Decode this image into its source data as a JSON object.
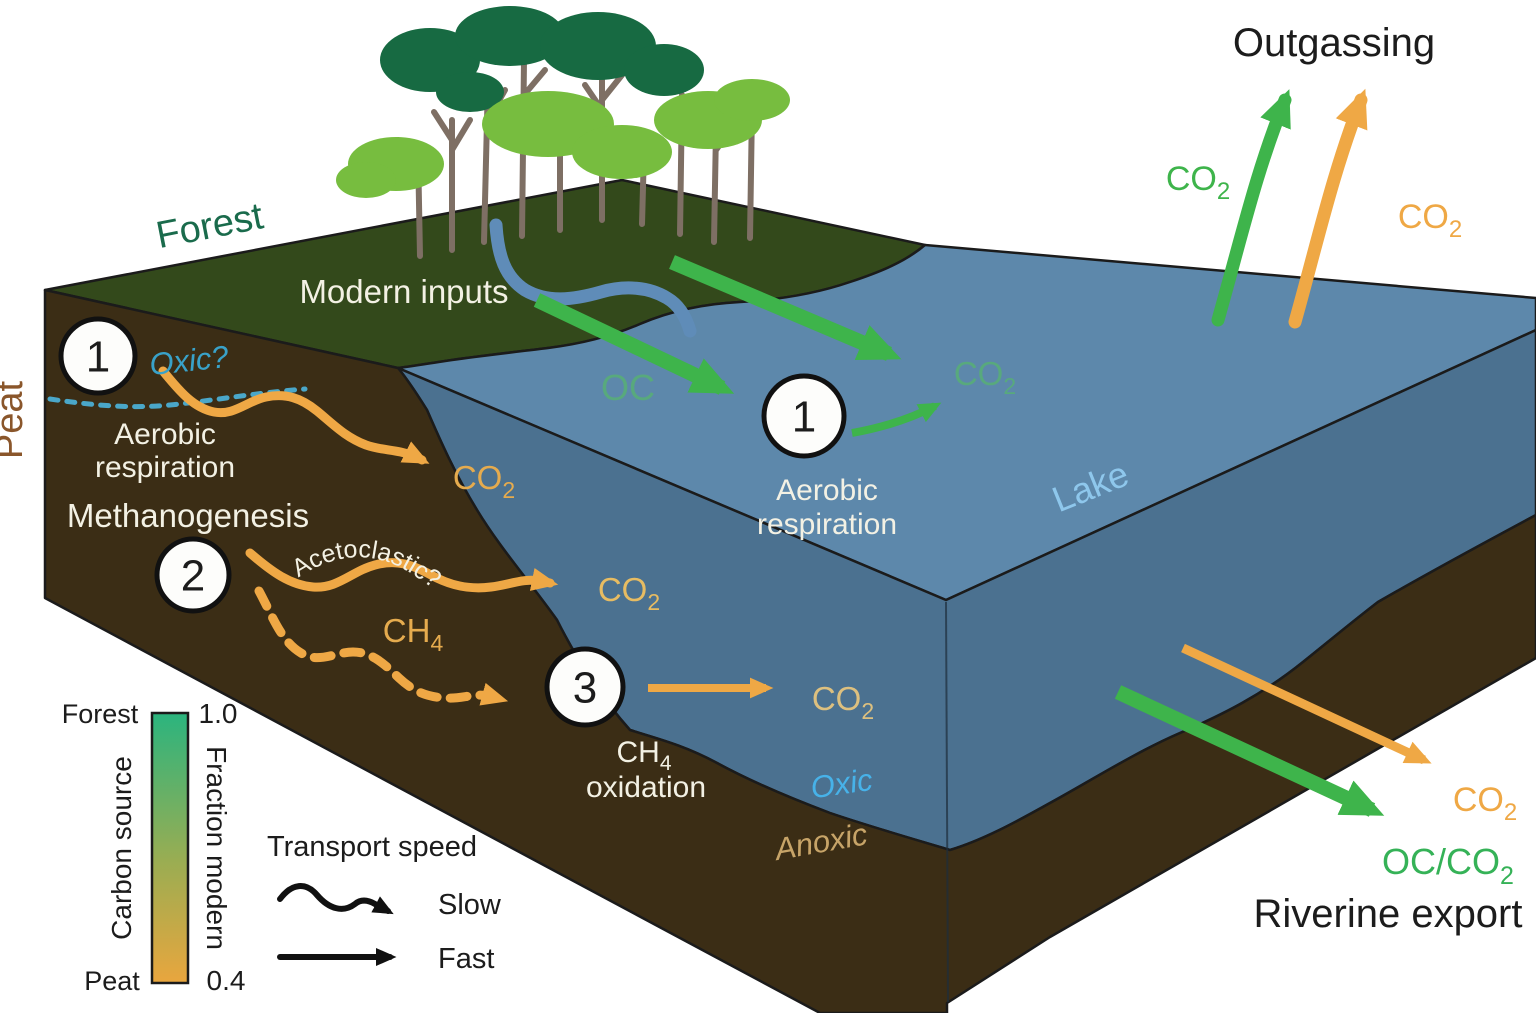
{
  "labels": {
    "forest": "Forest",
    "peat": "Peat",
    "lake": "Lake",
    "modern_inputs": "Modern inputs",
    "outgassing": "Outgassing",
    "riverine_export": "Riverine export",
    "oxic_question": "Oxic?",
    "oxic": "Oxic",
    "anoxic": "Anoxic",
    "aerobic_line1": "Aerobic",
    "aerobic_line2": "respiration",
    "methanogenesis": "Methanogenesis",
    "acetoclastic": "Acetoclastic?",
    "oxidation": "oxidation"
  },
  "molecules": {
    "co2": {
      "main": "CO",
      "sub": "2"
    },
    "ch4": {
      "main": "CH",
      "sub": "4"
    },
    "oc": "OC",
    "oc_co2": {
      "main": "OC/CO",
      "sub": "2"
    }
  },
  "processes": {
    "peat_aerobic": {
      "num": "1",
      "name": "Aerobic respiration"
    },
    "lake_aerobic": {
      "num": "1",
      "name": "Aerobic respiration"
    },
    "methanogenesis": {
      "num": "2",
      "name": "Methanogenesis"
    },
    "ch4_oxidation": {
      "num": "3",
      "name": "CH4 oxidation"
    }
  },
  "legend": {
    "carbon": {
      "top_label": "Forest",
      "bottom_label": "Peat",
      "axis_left": "Carbon source",
      "axis_right": "Fraction modern",
      "max": "1.0",
      "min": "0.4"
    },
    "transport": {
      "title": "Transport speed",
      "slow": "Slow",
      "fast": "Fast"
    }
  },
  "colors": {
    "forest_surface": "#33491b",
    "forest_canopy_dark": "#176a42",
    "forest_canopy_light": "#77bd3f",
    "trunk": "#7e6f64",
    "peat": "#3b2d15",
    "lake_surface": "#5d88ab",
    "lake_face": "#4b7190",
    "stream": "#5f8cb8",
    "arrow_green": "#3eb44b",
    "green_faded": "#55c05f",
    "arrow_orange": "#efa845",
    "co2_pale": "#ddc07f",
    "co2_deep": "#e5ab4e",
    "co2_mid": "#e7bc62",
    "oc_co2_green": "#35b257",
    "oxic_blue": "#39a2c9",
    "oxic_light": "#47b2e9",
    "anoxic_tan": "#c7a468",
    "lake_text": "#8ec7ec",
    "peat_text": "#8a562b",
    "forest_text": "#1a6b4c",
    "text_white": "#f3f1e4",
    "text_black": "#1c1c1c",
    "gradient_top": "#2bb47e",
    "gradient_mid": "#9aad52",
    "gradient_bottom": "#e9a63e"
  }
}
